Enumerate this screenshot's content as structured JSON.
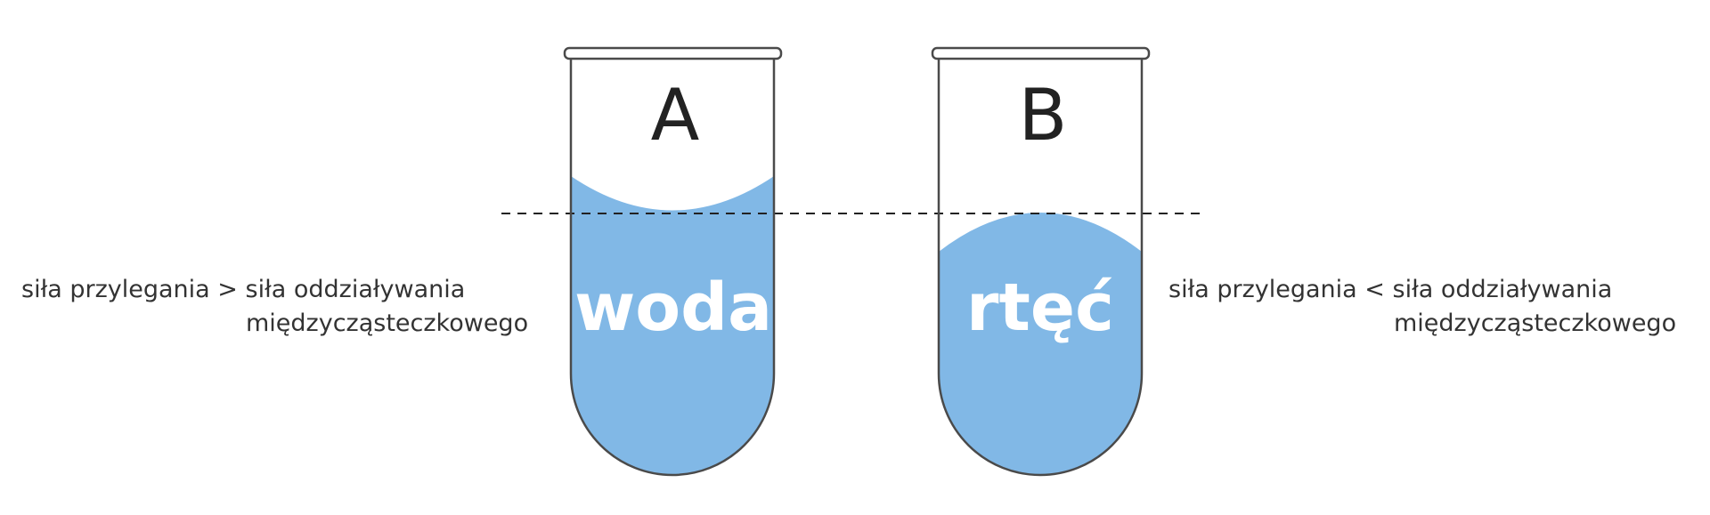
{
  "colors": {
    "liquid": "#81B8E6",
    "outline": "#4a4a4a",
    "text": "#333333",
    "letter": "#222222",
    "liquid_text": "#ffffff"
  },
  "tube_a": {
    "letter": "A",
    "liquid": "woda",
    "meniscus": "concave",
    "caption_line1": "siła przylegania > siła oddziaływania",
    "caption_line2": "międzycząsteczkowego"
  },
  "tube_b": {
    "letter": "B",
    "liquid": "rtęć",
    "meniscus": "convex",
    "caption_line1": "siła przylegania < siła oddziaływania",
    "caption_line2": "międzycząsteczkowego"
  }
}
